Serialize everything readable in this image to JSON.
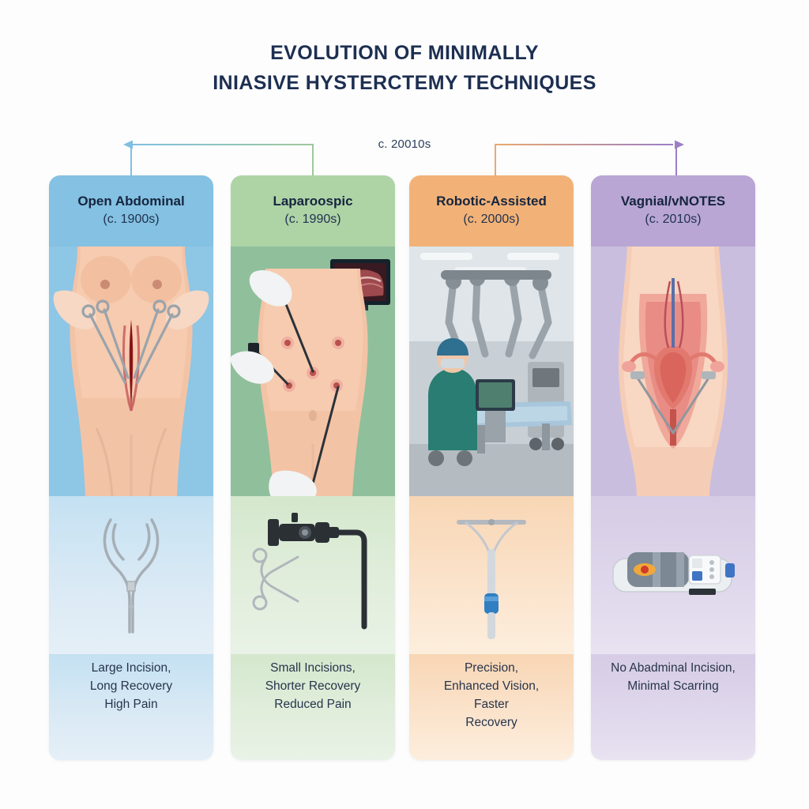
{
  "page": {
    "background": "#fdfdfd",
    "title_lines": [
      "EVOLUTION OF MINIMALLY",
      "INIASIVE HYSTERCTEMY TECHNIQUES"
    ],
    "title_color": "#1d2f51"
  },
  "timeline": {
    "label": "c. 20010s",
    "left_arrow_color": "#7fc0e2",
    "left_bracket_end_color": "#9fc79a",
    "right_arrow_color": "#9a7fc6",
    "right_bracket_start_color": "#eaa96f",
    "direction": "bidirectional"
  },
  "columns": [
    {
      "id": "open-abdominal",
      "name": "Open Abdominal",
      "era": "(c. 1900s)",
      "header_color": "#84c1e2",
      "accent_color": "#7fc0e2",
      "artwork": "abdomen-with-large-incision-and-retractors",
      "tool_icon": "surgical-forceps-icon",
      "caption": "Large Incision,\nLong Recovery\nHigh Pain",
      "caption_lines": [
        "Large Incision,",
        "Long Recovery",
        "High Pain"
      ]
    },
    {
      "id": "laparoscopic",
      "name": "Laparoospic",
      "era": "(c. 1990s)",
      "header_color": "#aed4a6",
      "accent_color": "#9fc79a",
      "artwork": "abdomen-with-port-sites-and-laparoscope-monitor",
      "tool_icon": "laparoscope-trocar-and-scissors-icon",
      "caption": "Small Incisions,\nShorter Recovery\nReduced Pain",
      "caption_lines": [
        "Small Incisions,",
        "Shorter Recovery",
        "Reduced Pain"
      ]
    },
    {
      "id": "robotic-assisted",
      "name": "Robotic-Assisted",
      "era": "(c. 2000s)",
      "header_color": "#f2b277",
      "accent_color": "#eaa96f",
      "artwork": "operating-room-with-robotic-surgical-system",
      "tool_icon": "uterine-manipulator-icon",
      "caption": "Precision,\nEnhanced Vision,\nFaster\nRecovery",
      "caption_lines": [
        "Precision,",
        "Enhanced Vision,",
        "Faster",
        "Recovery"
      ]
    },
    {
      "id": "vaginal-vnotes",
      "name": "Vagnial/vNOTES",
      "era": "(c. 2010s)",
      "header_color": "#b9a6d4",
      "accent_color": "#9a7fc6",
      "artwork": "female-pelvic-anatomy-cross-section-with-instruments",
      "tool_icon": "vnotes-surgical-stapler-icon",
      "caption": "No Abadminal Incision,\nMinimal Scarring",
      "caption_lines": [
        "No Abadminal Incision,",
        "Minimal Scarring"
      ]
    }
  ]
}
